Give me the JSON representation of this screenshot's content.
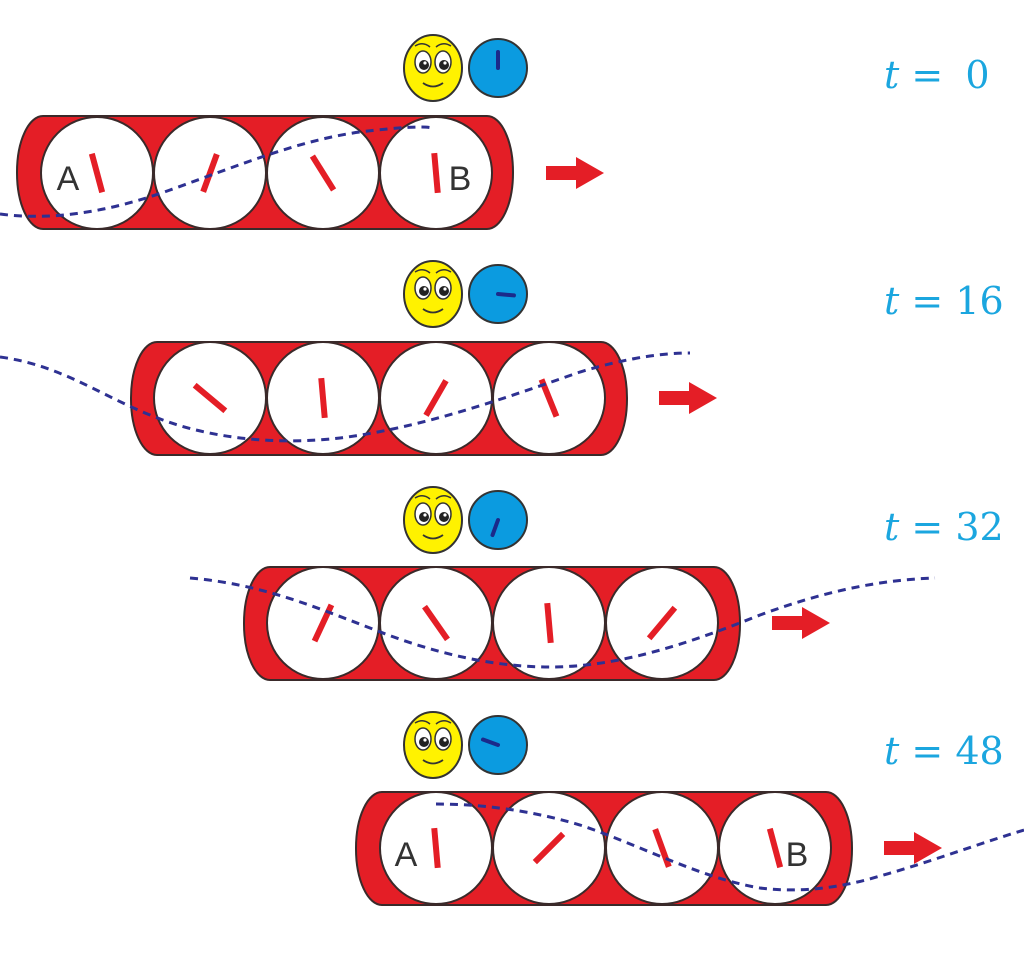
{
  "colors": {
    "tube_fill": "#e41e26",
    "tube_stroke": "#3a2a2a",
    "wheel_fill": "#ffffff",
    "stick": "#e41e26",
    "wave": "#2e3192",
    "arrow": "#e41e26",
    "time_text": "#1ba6df",
    "face_fill": "#fff200",
    "clock_fill": "#0b9be0",
    "clock_hand": "#1b2a8a"
  },
  "frames": [
    {
      "time_var": "t",
      "time_eq": "=",
      "time_value": "0",
      "left_label": "A",
      "right_label": "B",
      "stick_angles_deg": [
        -15,
        20,
        -32,
        -5
      ],
      "clock_hand_deg": 0
    },
    {
      "time_var": "t",
      "time_eq": "=",
      "time_value": "16",
      "left_label": "",
      "right_label": "",
      "stick_angles_deg": [
        -50,
        -5,
        30,
        -22
      ],
      "clock_hand_deg": 95
    },
    {
      "time_var": "t",
      "time_eq": "=",
      "time_value": "32",
      "left_label": "",
      "right_label": "",
      "stick_angles_deg": [
        25,
        -35,
        -5,
        40
      ],
      "clock_hand_deg": 200
    },
    {
      "time_var": "t",
      "time_eq": "=",
      "time_value": "48",
      "left_label": "A",
      "right_label": "B",
      "stick_angles_deg": [
        -5,
        45,
        -20,
        -15
      ],
      "clock_hand_deg": 290
    }
  ]
}
